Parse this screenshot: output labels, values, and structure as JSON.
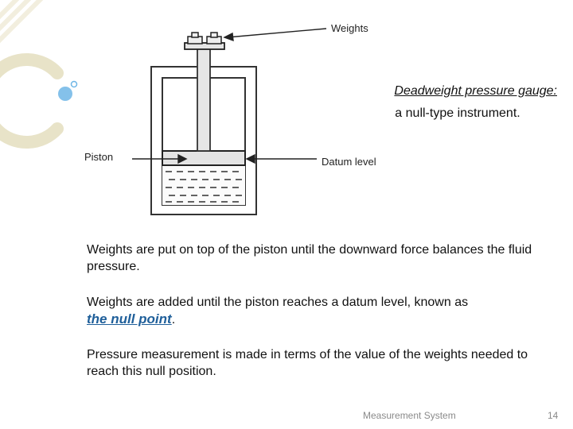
{
  "diagram": {
    "label_weights": "Weights",
    "label_piston": "Piston",
    "label_datum": "Datum level"
  },
  "heading": {
    "title": "Deadweight pressure gauge:",
    "subtitle": "a null-type instrument."
  },
  "body": {
    "p1": "Weights are put on top of the piston until the downward force balances the fluid pressure.",
    "p2_before": "Weights are added until the piston reaches a datum level, known as ",
    "p2_link": "the null point",
    "p2_after": ".",
    "p3": "Pressure measurement is made in terms of the value of the weights needed to reach this null position."
  },
  "footer": {
    "label": "Measurement System",
    "page": "14"
  },
  "colors": {
    "accent_blue": "#1f5f9a",
    "deco_beige": "#e8e3c8",
    "deco_bubble": "#6fb6e6"
  }
}
